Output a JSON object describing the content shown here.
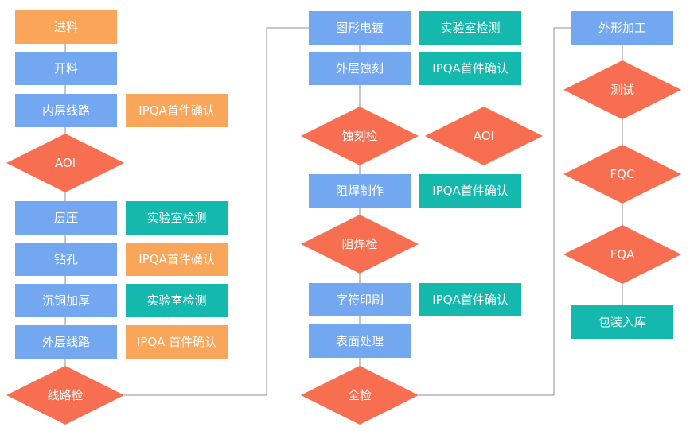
{
  "colors": {
    "process": "#73a8f0",
    "inspect_orange": "#f9a55a",
    "lab_teal": "#14b8ad",
    "decision": "#f76f50",
    "connector": "#8f8f8f",
    "text": "#ffffff"
  },
  "column1": {
    "s1": "进料",
    "s2": "开料",
    "s3": "内层线路",
    "s3_note": "IPQA首件确认",
    "d1": "AOI",
    "s4": "层压",
    "s4_note": "实验室检测",
    "s5": "钻孔",
    "s5_note": "IPQA首件确认",
    "s6": "沉铜加厚",
    "s6_note": "实验室检测",
    "s7": "外层线路",
    "s7_note": "IPQA 首件确认",
    "d2": "线路检"
  },
  "column2": {
    "s1": "图形电镀",
    "s1_note": "实验室检测",
    "s2": "外层蚀刻",
    "s2_note": "IPQA首件确认",
    "d1": "蚀刻检",
    "d1_note": "AOI",
    "s3": "阻焊制作",
    "s3_note": "IPQA首件确认",
    "d2": "阻焊检",
    "s4": "字符印刷",
    "s4_note": "IPQA首件确认",
    "s5": "表面处理",
    "d3": "全检"
  },
  "column3": {
    "s1": "外形加工",
    "d1": "测试",
    "d2": "FQC",
    "d3": "FQA",
    "s2": "包装入库"
  }
}
